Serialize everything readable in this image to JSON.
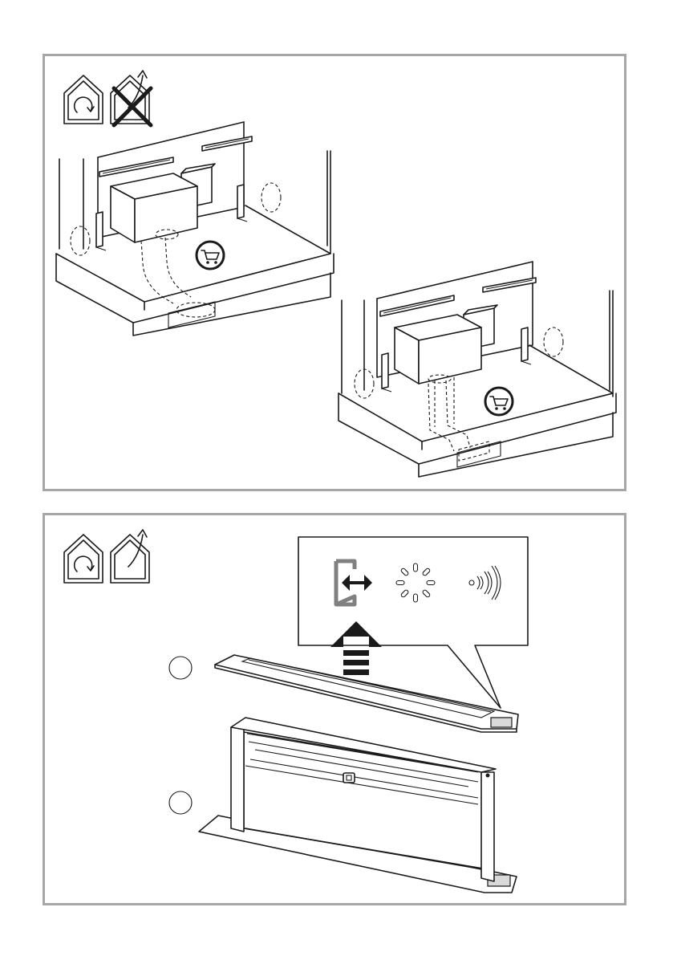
{
  "panels": [
    {
      "id": "panel-top",
      "icons": [
        "recirculation-house-icon",
        "extraction-house-crossed-icon"
      ],
      "illustrations": [
        "cabinet-install-left-icon",
        "cabinet-install-right-icon"
      ],
      "badges": [
        "shopping-cart-icon",
        "shopping-cart-icon"
      ]
    },
    {
      "id": "panel-bottom",
      "icons": [
        "recirculation-house-icon",
        "extraction-house-icon"
      ],
      "callout_icons": [
        "exit-arrows-icon",
        "loading-spinner-icon",
        "wireless-signal-icon"
      ],
      "illustrations": [
        "filter-cover-lift-icon",
        "downdraft-hood-icon"
      ],
      "step_markers": [
        "step-circle-1",
        "step-circle-2"
      ]
    }
  ],
  "colors": {
    "frame": "#a6a6a6",
    "line": "#1a1a1a",
    "accent_gray": "#808080",
    "hatch": "#d9d9d9"
  }
}
